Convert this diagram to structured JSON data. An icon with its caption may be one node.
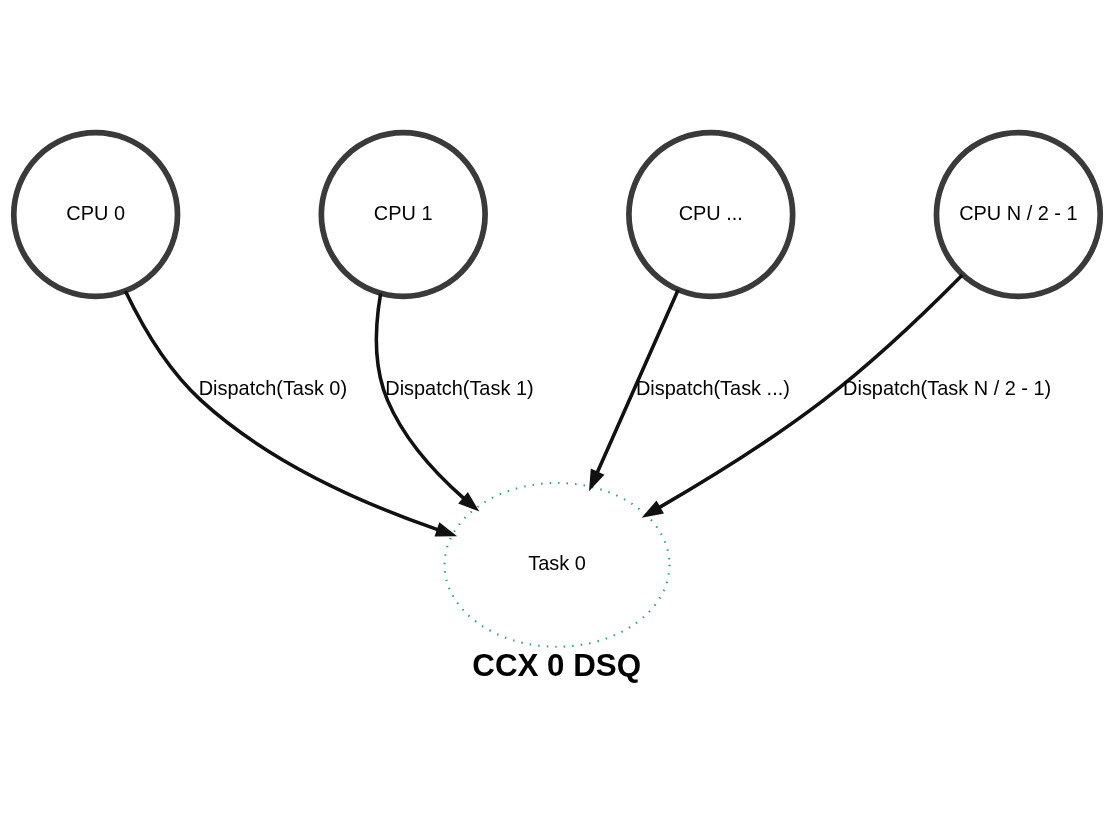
{
  "diagram": {
    "caption": "CCX 0 DSQ",
    "nodes": [
      {
        "text": [
          "CPU 0"
        ]
      },
      {
        "text": [
          "CPU 1"
        ]
      },
      {
        "text": [
          "CPU ..."
        ]
      },
      {
        "text": [
          "CPU N / 2 - 1"
        ]
      },
      {
        "text": [
          "Task 0"
        ]
      }
    ],
    "edges": [
      {
        "from": 0,
        "to": 4,
        "arrow": "to",
        "label": "Dispatch(Task 0)"
      },
      {
        "from": 1,
        "to": 4,
        "arrow": "to",
        "label": "Dispatch(Task 1)"
      },
      {
        "from": 2,
        "to": 4,
        "arrow": "to",
        "label": "Dispatch(Task ...)"
      },
      {
        "from": 3,
        "to": 4,
        "arrow": "to",
        "label": "Dispatch(Task N / 2 - 1)"
      }
    ]
  }
}
